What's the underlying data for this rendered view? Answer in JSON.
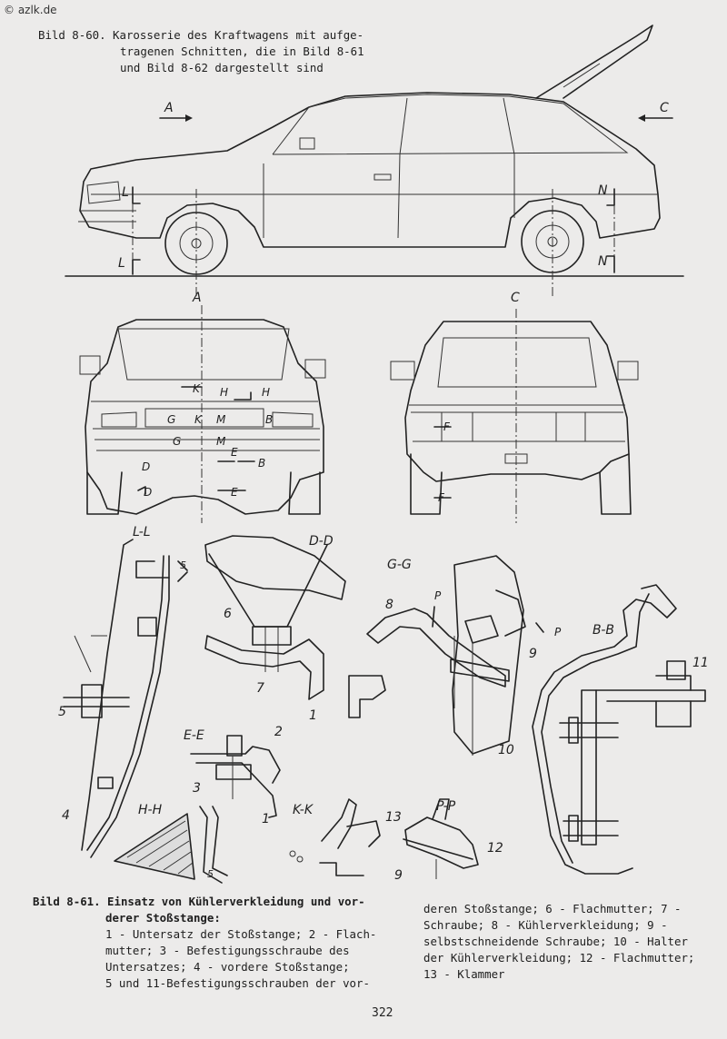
{
  "watermark": "© azlk.de",
  "fig_860": {
    "line1": "Bild 8-60. Karosserie des Kraftwagens mit aufge-",
    "line2": "tragenen Schnitten, die in Bild 8-61",
    "line3": "und Bild 8-62 dargestellt sind"
  },
  "fig_861": {
    "left_lines": [
      "Bild 8-61. Einsatz von Kühlerverkleidung und vor-",
      "derer Stoßstange:",
      "1 - Untersatz der Stoßstange; 2 - Flach-",
      "mutter; 3 - Befestigungsschraube des",
      "Untersatzes; 4 - vordere Stoßstange;",
      "5 und 11-Befestigungsschrauben der vor-"
    ],
    "right_lines": [
      "deren Stoßstange; 6 - Flachmutter; 7 -",
      "Schraube; 8 - Kühlerverkleidung; 9 -",
      "selbstschneidende Schraube; 10 - Halter",
      "der Kühlerverkleidung; 12 - Flachmutter;",
      "13 - Klammer"
    ]
  },
  "view_labels": {
    "arrow_a": "A",
    "arrow_c": "C",
    "section_l": "L",
    "section_n": "N",
    "front_view": "A",
    "rear_view": "C",
    "k": "K",
    "h": "H",
    "g": "G",
    "m": "M",
    "b": "B",
    "e": "E",
    "d": "D",
    "f": "F"
  },
  "section_titles": {
    "ll": "L-L",
    "dd": "D-D",
    "gg": "G-G",
    "ee": "E-E",
    "bb": "B-B",
    "hh": "H-H",
    "kk": "K-K",
    "pp": "P-P"
  },
  "part_numbers": [
    "1",
    "2",
    "3",
    "4",
    "5",
    "6",
    "7",
    "8",
    "9",
    "10",
    "11",
    "12",
    "13"
  ],
  "misc_labels": {
    "p": "P",
    "dim5": "5"
  },
  "page_number": "322"
}
